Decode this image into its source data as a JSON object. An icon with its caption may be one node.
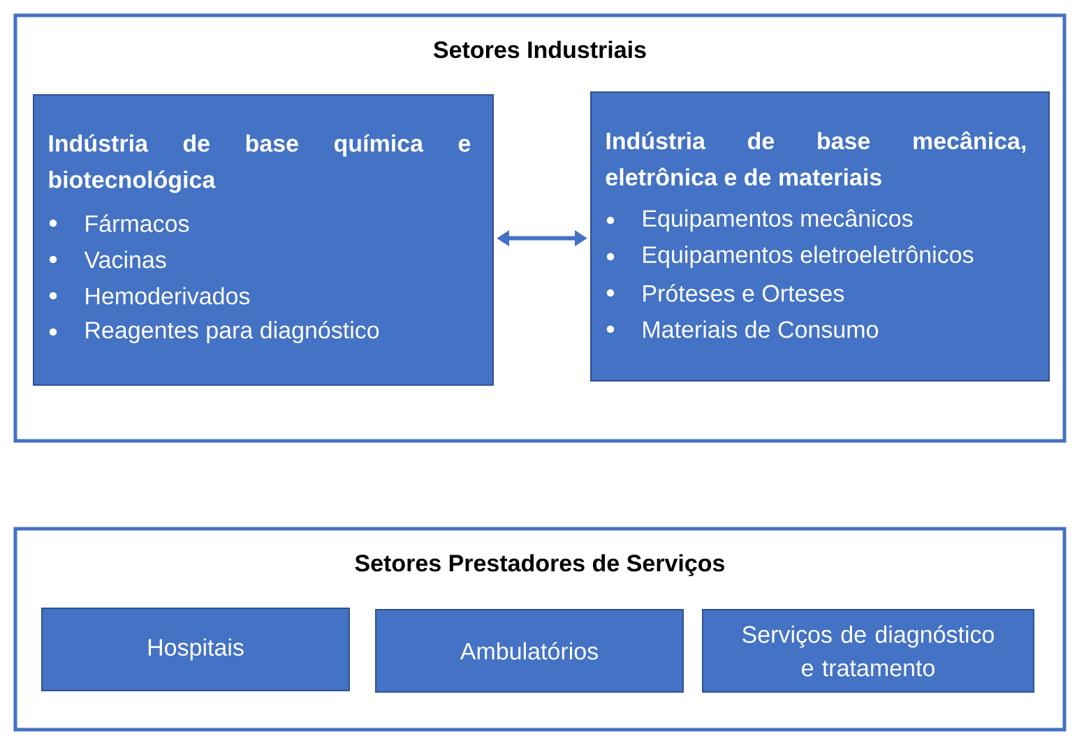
{
  "diagram": {
    "nodes": [
      {
        "text": [
          "Setores Industriais"
        ]
      },
      {
        "text": [
          "Indústria de base química e biotecnológica",
          "Fármacos",
          "Vacinas",
          "Hemoderivados",
          "Reagentes para diagnóstico"
        ],
        "in": 0
      },
      {
        "text": [
          "Indústria de base mecânica, eletrônica e de materiais",
          "Equipamentos mecânicos",
          "Equipamentos eletroeletrônicos",
          "Próteses e Orteses",
          "Materiais de Consumo"
        ],
        "in": 0
      },
      {
        "text": [
          "Setores Prestadores de Serviços"
        ]
      },
      {
        "text": [
          "Hospitais"
        ],
        "in": 3
      },
      {
        "text": [
          "Ambulatórios"
        ],
        "in": 3
      },
      {
        "text": [
          "Serviços de diagnóstico e tratamento"
        ],
        "in": 3
      }
    ],
    "edges": [
      {
        "from": 1,
        "to": 2,
        "arrow": "both"
      }
    ]
  }
}
